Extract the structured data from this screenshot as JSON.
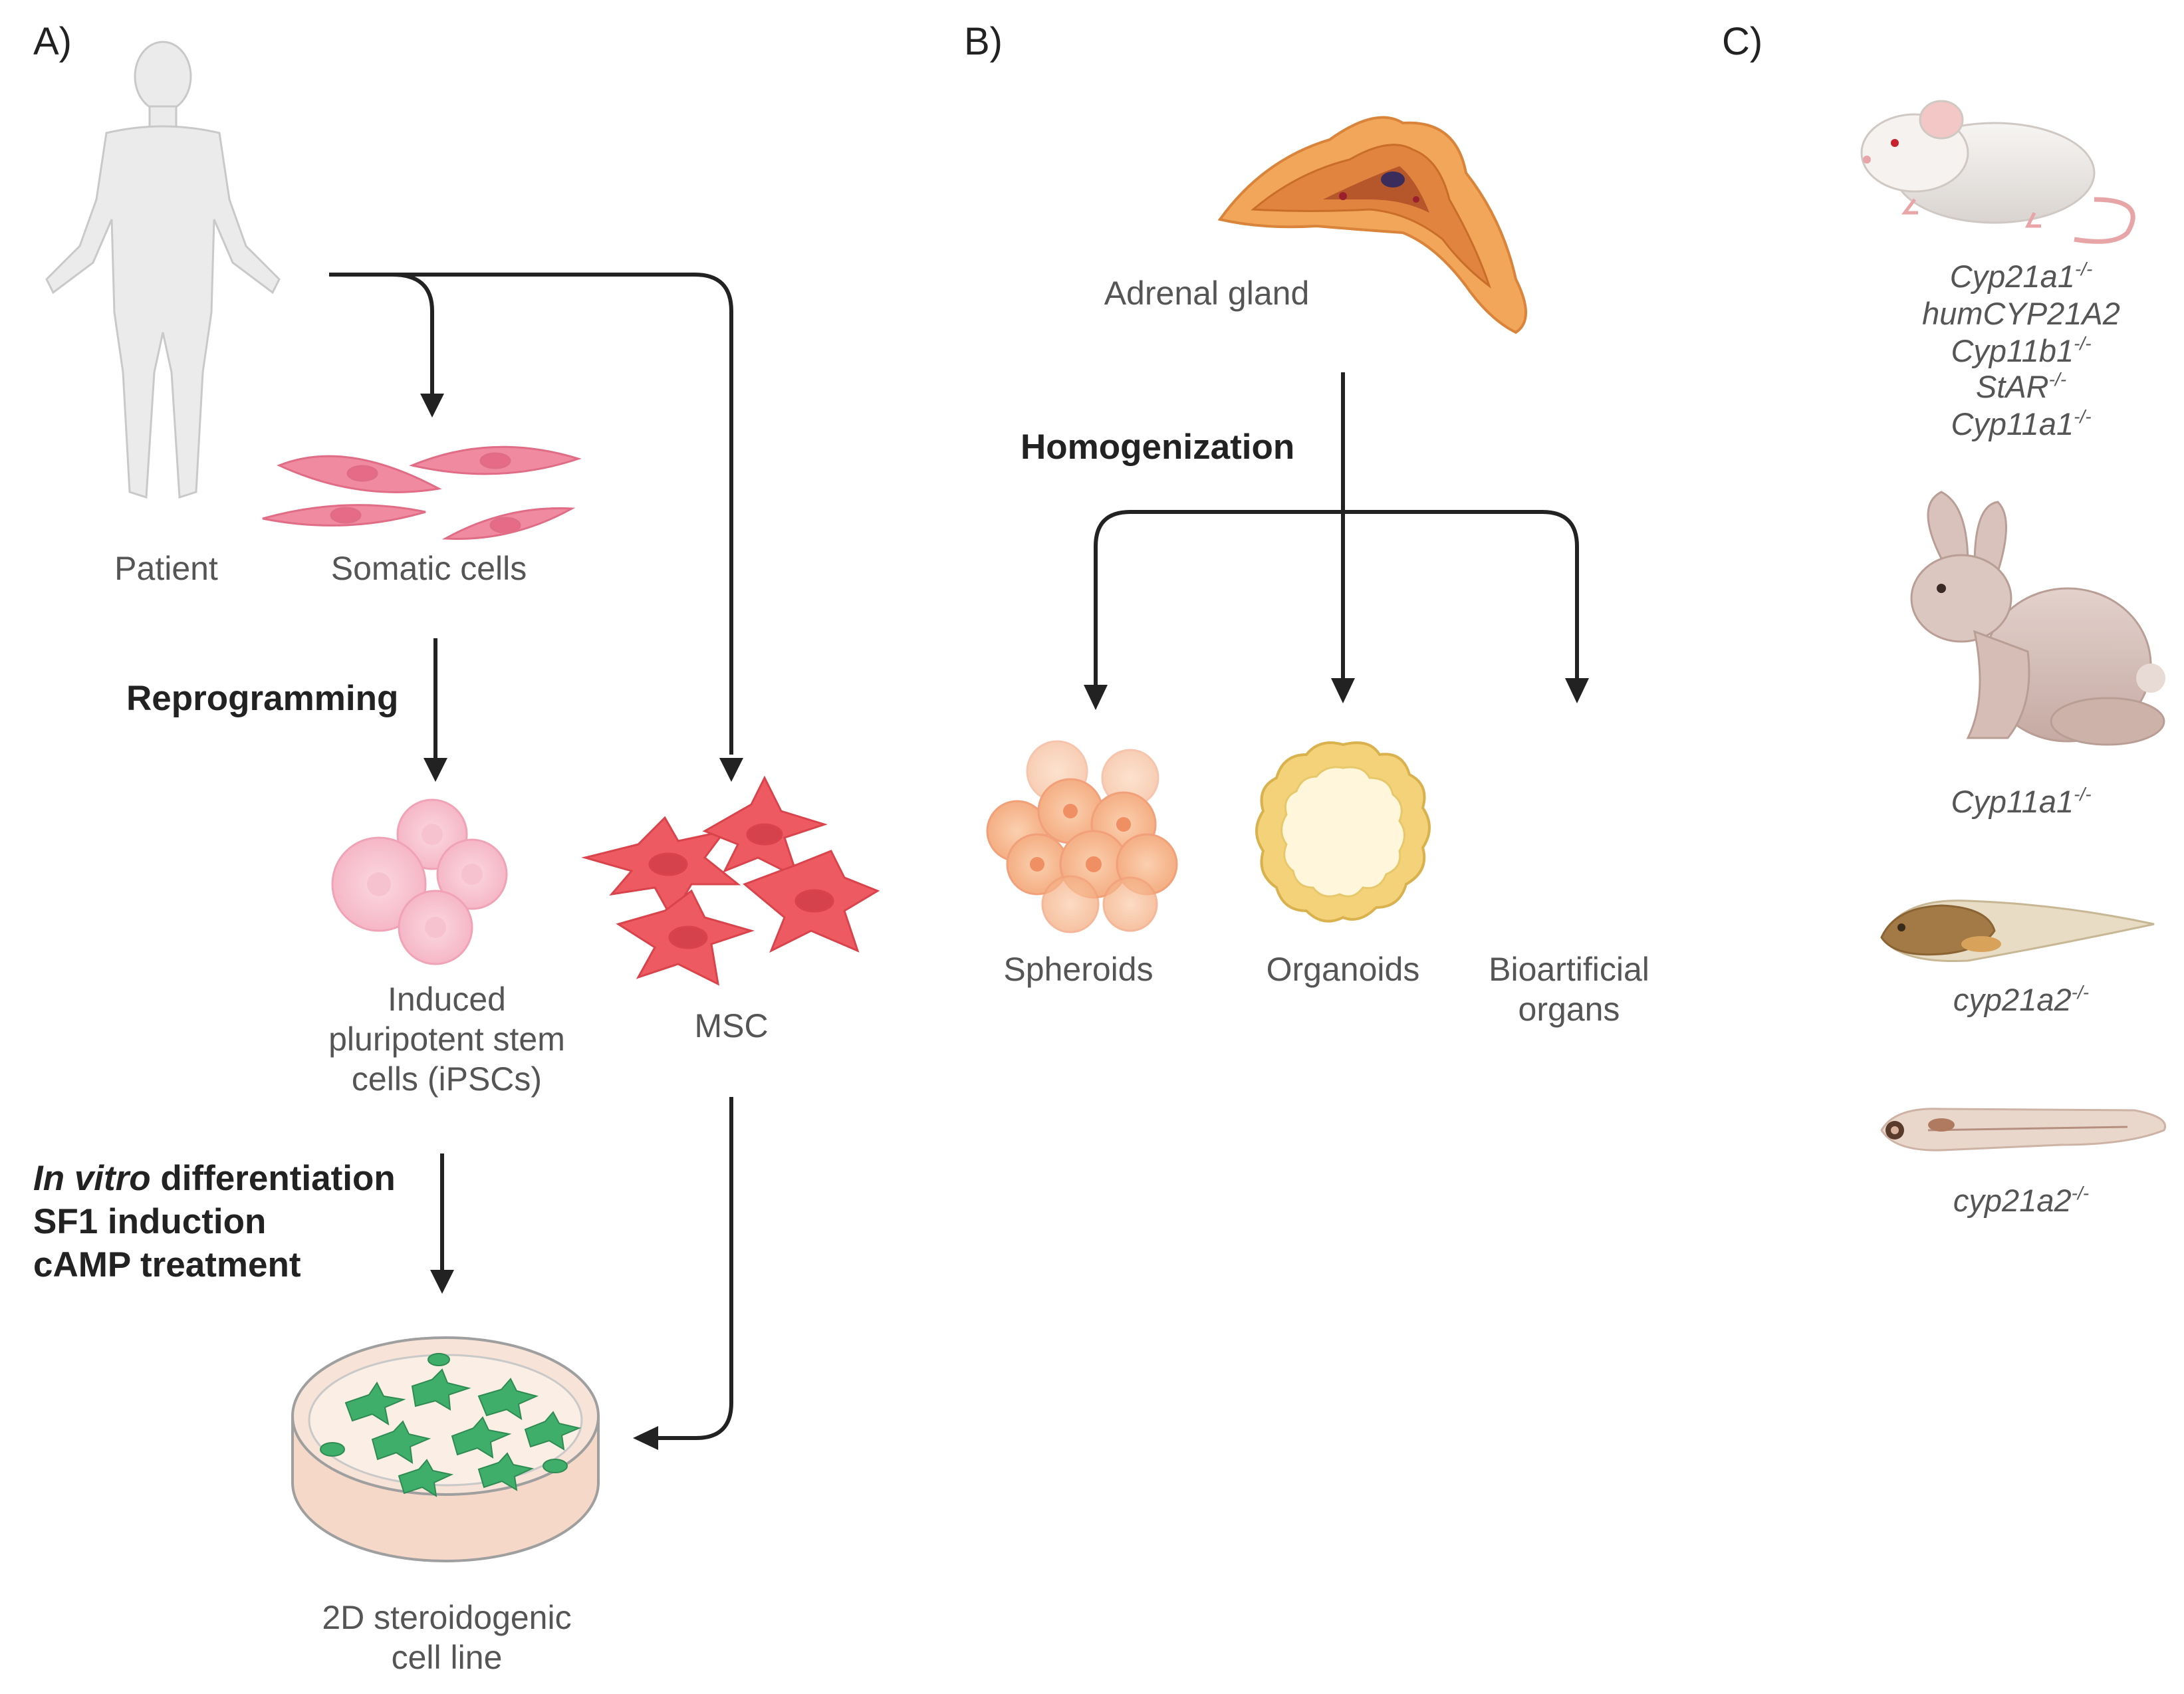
{
  "panels": {
    "a": {
      "letter": "A)",
      "patient_label": "Patient",
      "somatic_label": "Somatic cells",
      "reprogramming_label": "Reprogramming",
      "ipsc_label_lines": [
        "Induced",
        "pluripotent stem",
        "cells (iPSCs)"
      ],
      "msc_label": "MSC",
      "differentiation_italic": "In vitro",
      "differentiation_rest": " differentiation",
      "sf1_label": "SF1 induction",
      "camp_label": "cAMP treatment",
      "cell_line_label_lines": [
        "2D steroidogenic",
        "cell line"
      ]
    },
    "b": {
      "letter": "B)",
      "adrenal_label": "Adrenal gland",
      "homogenization_label": "Homogenization",
      "spheroids_label": "Spheroids",
      "organoids_label": "Organoids",
      "bioartificial_label_lines": [
        "Bioartificial",
        "organs"
      ]
    },
    "c": {
      "letter": "C)",
      "superscript": "-/-",
      "mouse_models": [
        "Cyp21a1",
        "humCYP21A2",
        "Cyp11b1",
        "StAR",
        "Cyp11a1"
      ],
      "mouse_models_with_sup": [
        true,
        false,
        true,
        true,
        true
      ],
      "rabbit_model": "Cyp11a1",
      "tadpole_model": "cyp21a2",
      "zebrafish_model": "cyp21a2"
    }
  },
  "colors": {
    "arrow": "#222222",
    "fibroblast": "#f08aa0",
    "msc": "#ee5a62",
    "ipsc": "#f9c6d2",
    "dish_cells": "#3fae6a",
    "adrenal_outer": "#f2a65a",
    "spheroid": "#f7b98d",
    "organoid": "#f3d27a"
  }
}
